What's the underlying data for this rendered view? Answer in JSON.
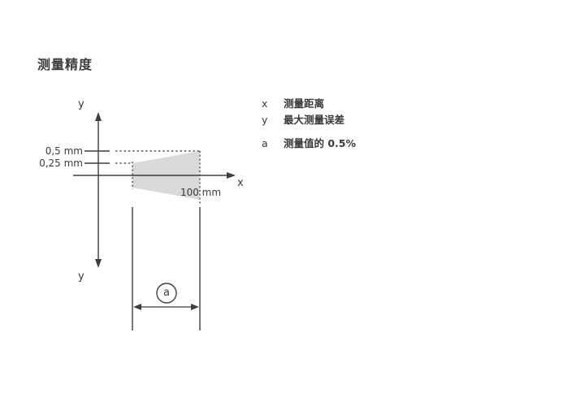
{
  "page": {
    "title": "测量精度"
  },
  "legend": {
    "items": [
      {
        "key": "x",
        "label": "测量距离"
      },
      {
        "key": "y",
        "label": "最大测量误差"
      },
      {
        "key": "a",
        "label": "测量值的 0.5%"
      }
    ]
  },
  "diagram": {
    "axis_y_top_label": "y",
    "axis_y_bottom_label": "y",
    "axis_x_label": "x",
    "tick_label_upper": "0,5 mm",
    "tick_label_lower": "0,25 mm",
    "distance_label": "100 mm",
    "range_marker_label": "a",
    "colors": {
      "line": "#3f3f3f",
      "region_fill": "#d9d9d9",
      "text": "#3a3a3a"
    }
  }
}
